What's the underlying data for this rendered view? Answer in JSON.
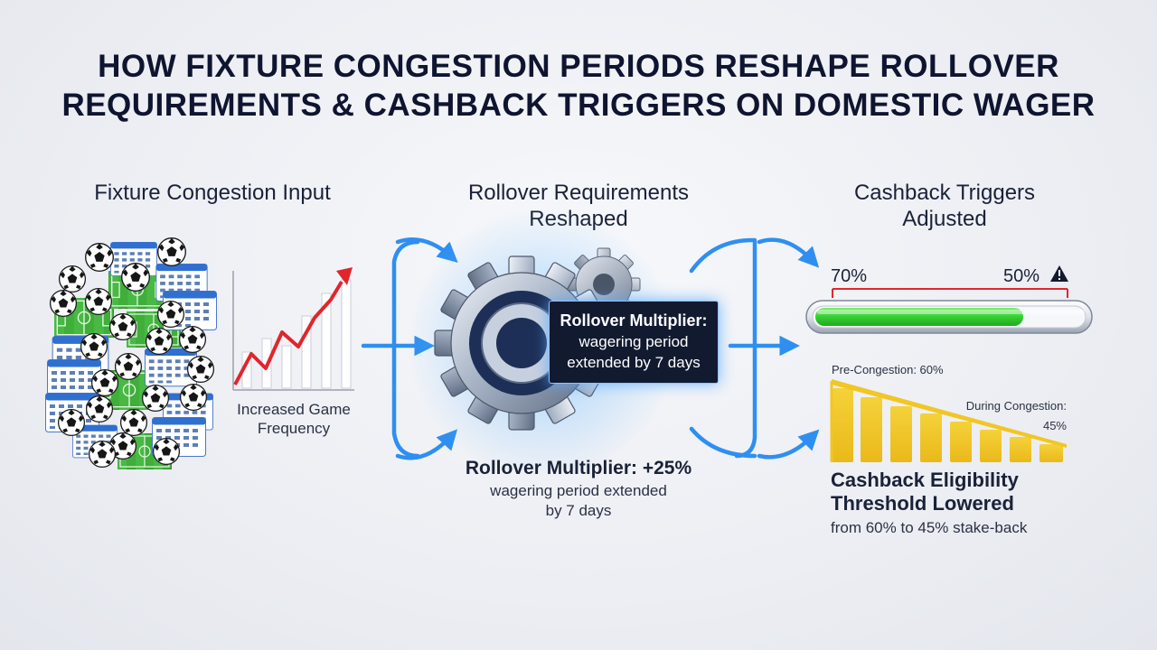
{
  "title": {
    "line1": "HOW FIXTURE CONGESTION PERIODS RESHAPE ROLLOVER",
    "line2": "REQUIREMENTS & CASHBACK TRIGGERS ON DOMESTIC WAGER"
  },
  "input": {
    "heading": "Fixture Congestion Input",
    "graph_label_line1": "Increased Game",
    "graph_label_line2": "Frequency"
  },
  "rollover": {
    "heading_line1": "Rollover Requirements",
    "heading_line2": "Reshaped",
    "callout_title": "Rollover Multiplier:",
    "callout_line1": "wagering period",
    "callout_line2": "extended by 7 days",
    "multiplier_text": "Rollover Multiplier: +25%",
    "period_line1": "wagering period extended",
    "period_line2": "by 7 days"
  },
  "cashback": {
    "heading_line1": "Cashback Triggers",
    "heading_line2": "Adjusted",
    "bar_left_label": "70%",
    "bar_right_label": "50%",
    "progress_fill": 0.7,
    "pre_label": "Pre-Congestion: 60%",
    "during_label_line1": "During Congestion:",
    "during_label_line2": "45%",
    "threshold_line1": "Cashback Eligibility",
    "threshold_line2": "Threshold Lowered",
    "threshold_sub": "from 60% to 45% stake-back"
  },
  "colors": {
    "accent_blue": "#2f8ff0",
    "trend_red": "#e0262b",
    "progress_green": "#3bd23a",
    "bars_yellow": "#f2c623",
    "gear_navy": "#1d2f56"
  },
  "icons": [
    "soccer-ball-icon",
    "calendar-icon",
    "football-pitch-icon",
    "gear-icon",
    "warning-icon",
    "arrow-icon"
  ]
}
